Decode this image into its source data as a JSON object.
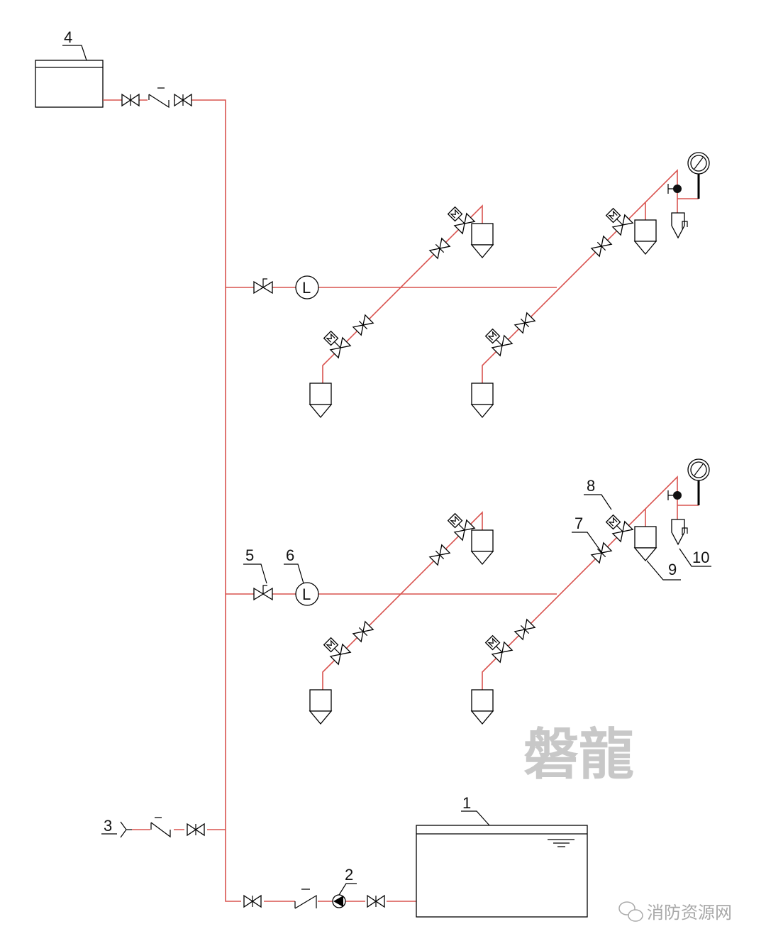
{
  "diagram": {
    "labels": {
      "water_tank": "1",
      "pump": "2",
      "pump_adapter": "3",
      "roof_tank": "4",
      "signal_valve": "5",
      "flow_indicator": "6",
      "gate_valve": "7",
      "motor_valve": "8",
      "nozzle": "9",
      "test_nozzle": "10"
    },
    "flow_indicator_letter": "L",
    "motor_letter": "M",
    "watermark": "磐龍",
    "source_mark": "消防资源网",
    "colors": {
      "pipe": "#d9534f",
      "symbol": "#000000",
      "watermark": "#c8c8c8"
    }
  }
}
